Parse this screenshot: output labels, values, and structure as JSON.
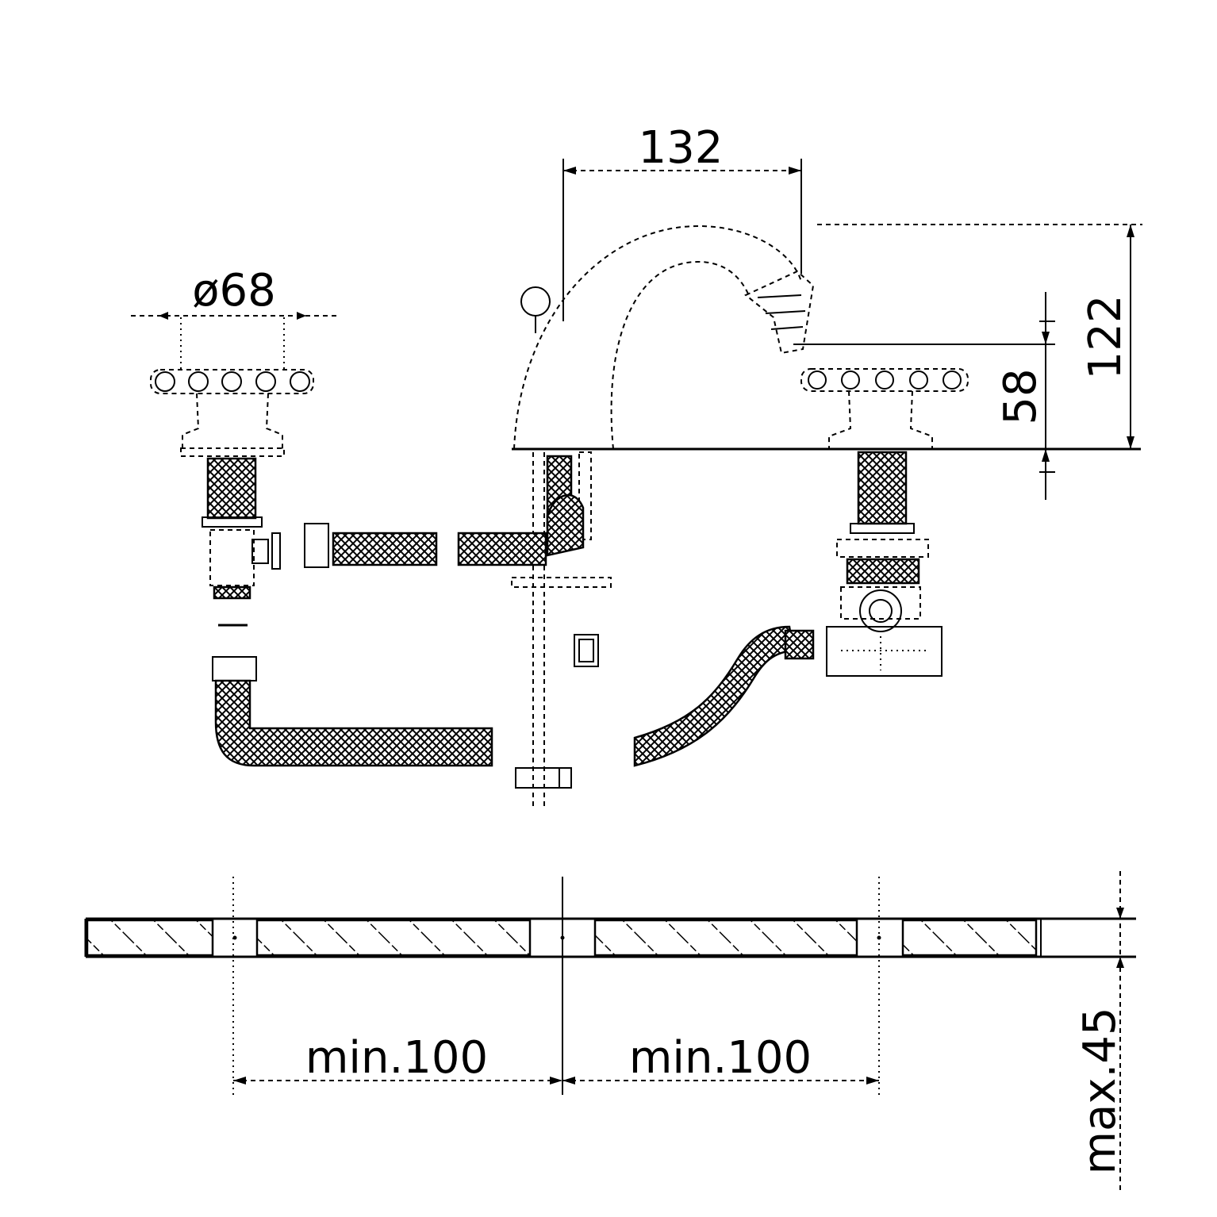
{
  "dimensions": {
    "spout_width": "132",
    "handle_diameter": "ø68",
    "overall_height": "122",
    "spout_height": "58",
    "spacing_left": "min.100",
    "spacing_right": "min.100",
    "max_thickness": "max.45"
  }
}
